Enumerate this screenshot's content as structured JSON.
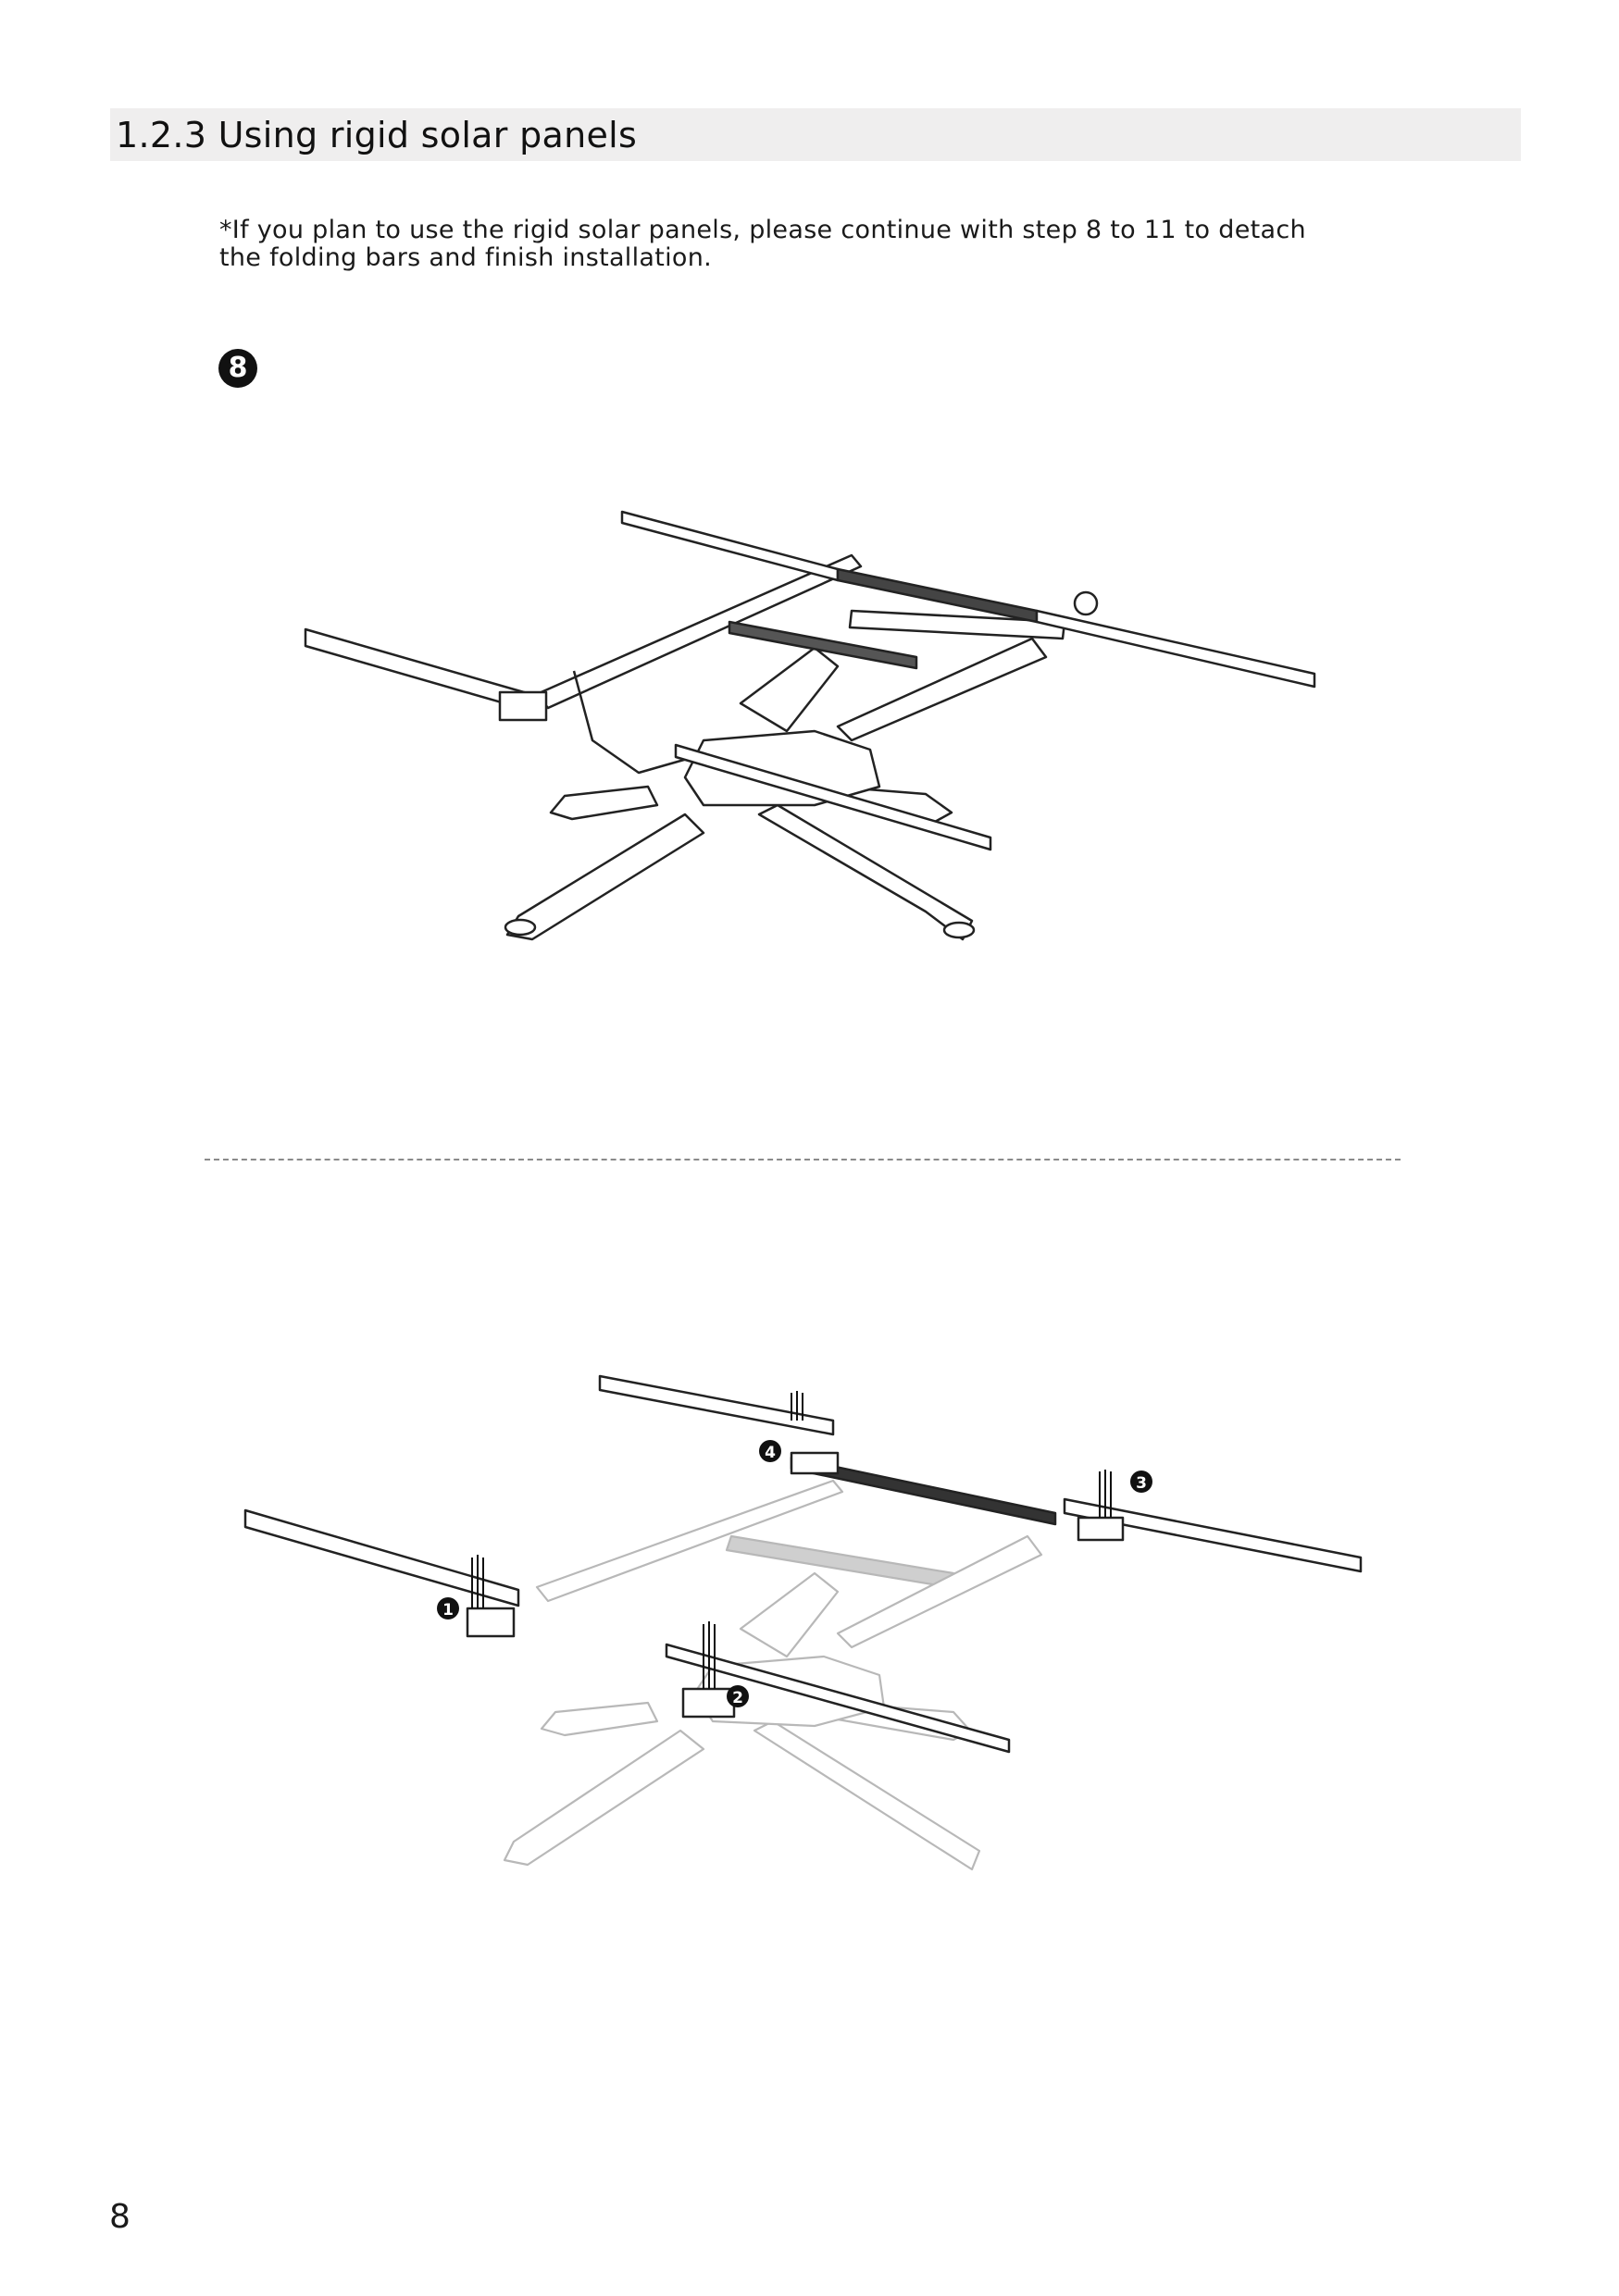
{
  "section": {
    "title": "1.2.3 Using rigid solar panels"
  },
  "note": {
    "line1": "*If you plan to use the rigid solar panels, please continue with step 8 to 11 to detach",
    "line2": "the folding bars and finish installation."
  },
  "step": {
    "number": "8"
  },
  "callouts": {
    "c1": "1",
    "c2": "2",
    "c3": "3",
    "c4": "4"
  },
  "page_number": "8"
}
